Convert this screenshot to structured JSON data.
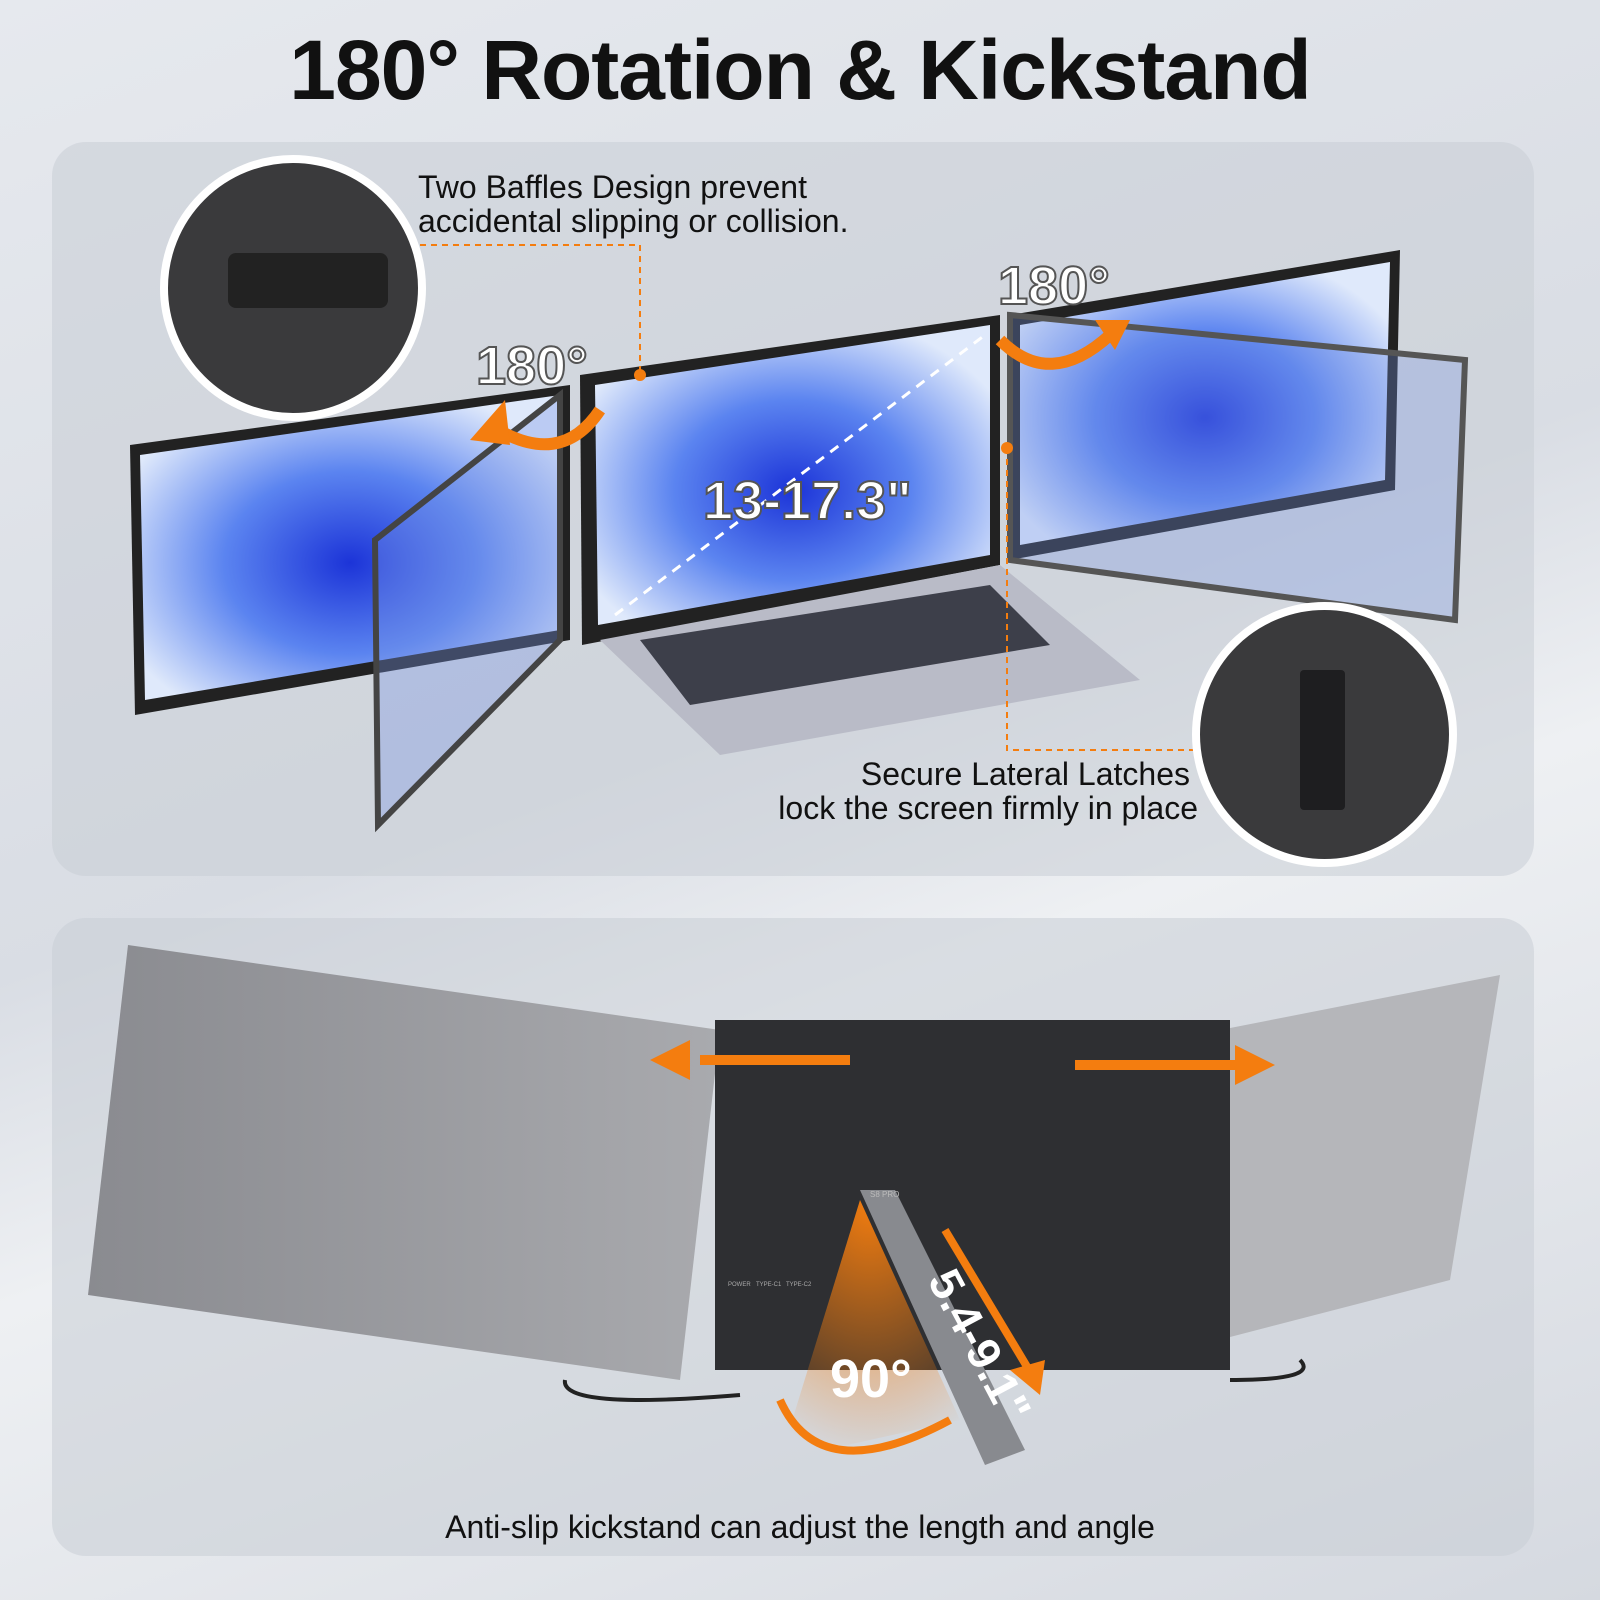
{
  "title": "180° Rotation & Kickstand",
  "top_panel": {
    "baffles_text_line1": "Two Baffles Design prevent",
    "baffles_text_line2": "accidental slipping or collision.",
    "rotation_left": "180°",
    "rotation_right": "180°",
    "screen_size": "13-17.3\"",
    "latches_text_line1": "Secure Lateral Latches",
    "latches_text_line2": "lock the screen firmly in place"
  },
  "bottom_panel": {
    "kickstand_angle": "90°",
    "kickstand_length": "5.4-9.1\"",
    "caption": "Anti-slip kickstand can adjust the length and angle",
    "model_label": "S8 PRO",
    "ports": [
      "POWER",
      "TYPE-C1",
      "TYPE-C2"
    ]
  },
  "colors": {
    "accent": "#f47d0f",
    "screen_blue": "#2f55e0"
  }
}
